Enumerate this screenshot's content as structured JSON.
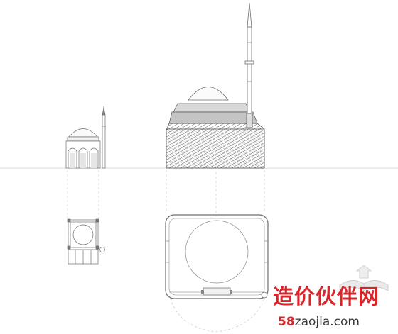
{
  "watermark": {
    "chinese_text": "造价伙伴网",
    "url_number": "58",
    "url_rest": "zaojia.com",
    "text_color": "#d8262b",
    "logo_icon": "open-book-icon"
  },
  "colors": {
    "line": "#6d6d6d",
    "light_line": "#b9b9b9",
    "dash_line": "#c6c6c6",
    "hatch": "#4a4a4a"
  }
}
